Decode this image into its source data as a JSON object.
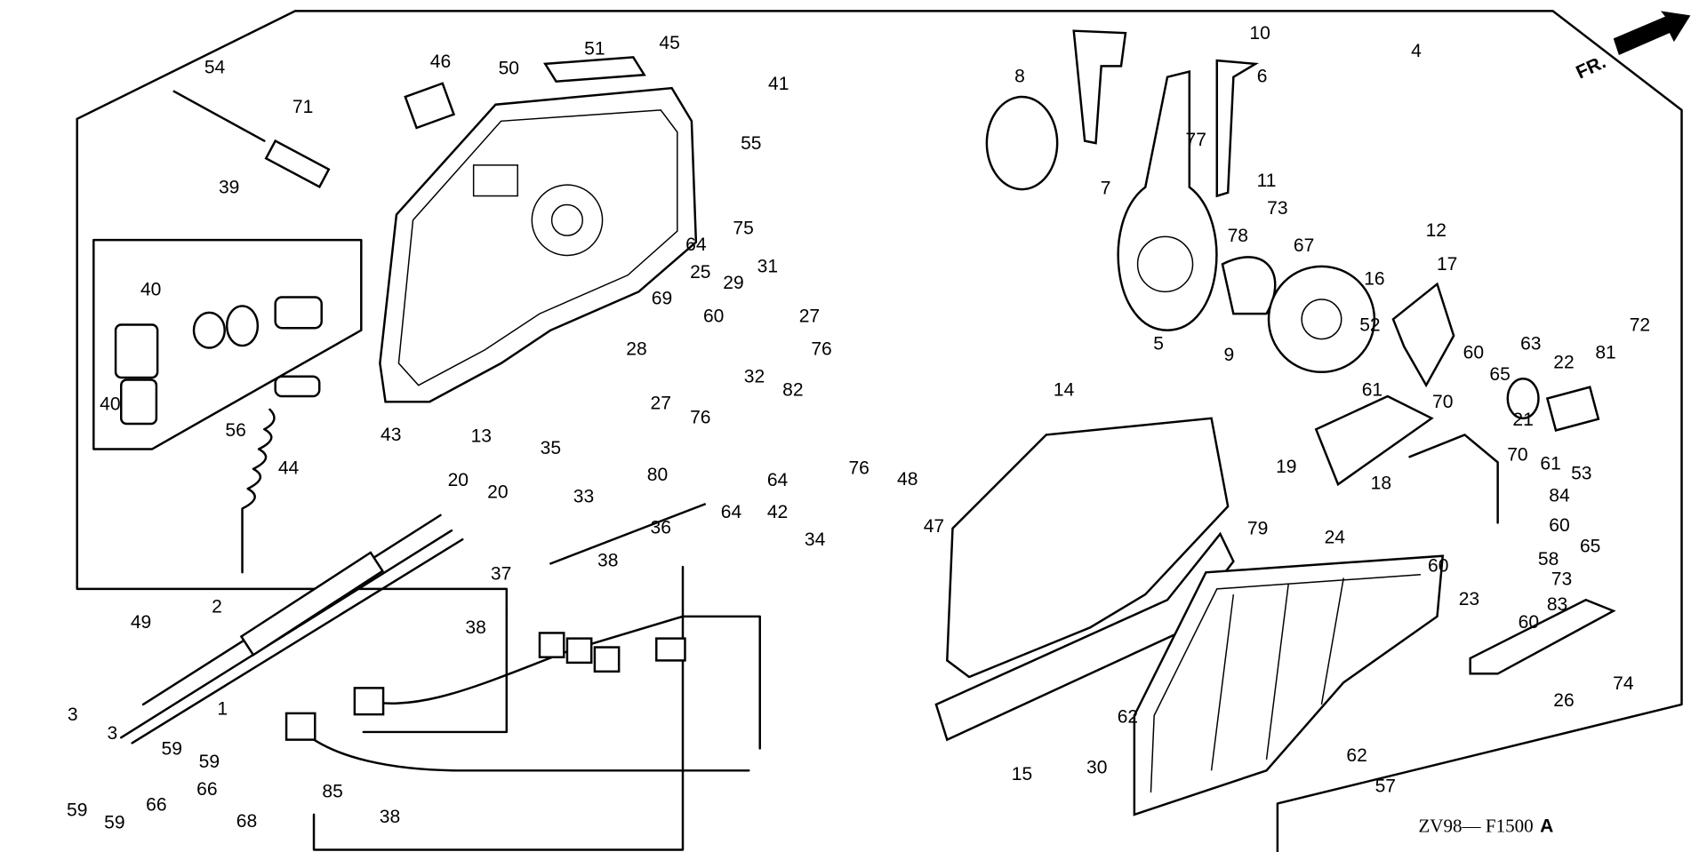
{
  "diagram": {
    "orientation_badge": "FR.",
    "caption": "ZV98— F1500",
    "caption_suffix": "A",
    "labels": [
      "54",
      "71",
      "46",
      "50",
      "51",
      "45",
      "41",
      "55",
      "64",
      "75",
      "39",
      "40",
      "40",
      "43",
      "44",
      "56",
      "13",
      "35",
      "25",
      "29",
      "31",
      "69",
      "27",
      "28",
      "60",
      "76",
      "27",
      "76",
      "32",
      "82",
      "80",
      "64",
      "64",
      "34",
      "76",
      "48",
      "47",
      "42",
      "33",
      "36",
      "38",
      "37",
      "38",
      "20",
      "20",
      "2",
      "49",
      "1",
      "3",
      "3",
      "59",
      "59",
      "66",
      "66",
      "59",
      "59",
      "68",
      "85",
      "38",
      "8",
      "7",
      "10",
      "6",
      "77",
      "4",
      "11",
      "73",
      "78",
      "67",
      "16",
      "12",
      "17",
      "5",
      "9",
      "52",
      "61",
      "60",
      "65",
      "63",
      "22",
      "81",
      "72",
      "70",
      "21",
      "70",
      "61",
      "53",
      "84",
      "14",
      "19",
      "18",
      "79",
      "24",
      "60",
      "65",
      "60",
      "58",
      "73",
      "23",
      "83",
      "60",
      "74",
      "26",
      "62",
      "62",
      "57",
      "15",
      "30"
    ]
  }
}
